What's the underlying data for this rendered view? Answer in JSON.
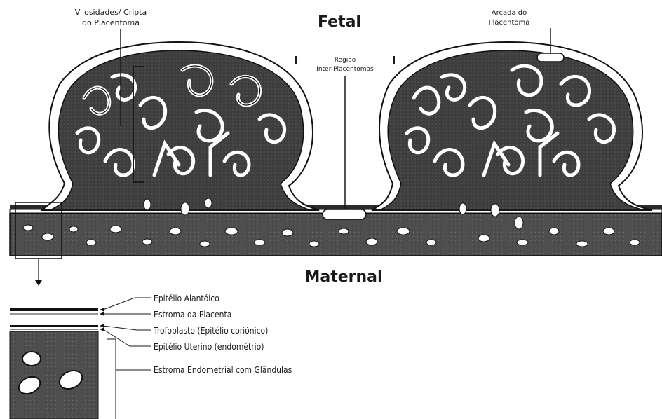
{
  "labels": {
    "fetal": "Fetal",
    "maternal": "Maternal",
    "villi_line1": "Vilosidades/ Cripta",
    "villi_line2": "do Placentoma",
    "arcade_line1": "Arcada do",
    "arcade_line2": "Placentoma",
    "inter_line1": "Região",
    "inter_line2": "Inter-Placentomas"
  },
  "legend": [
    "Epitélio Alantóico",
    "Estroma da Placenta",
    "Trofoblasto (Epitélio coriónico)",
    "Epitélio Uterino (endométrio)",
    "Estroma Endometrial com Glândulas"
  ],
  "colors": {
    "tissue_dark": "#4a4a4a",
    "outline": "#111111",
    "background": "#ffffff"
  }
}
